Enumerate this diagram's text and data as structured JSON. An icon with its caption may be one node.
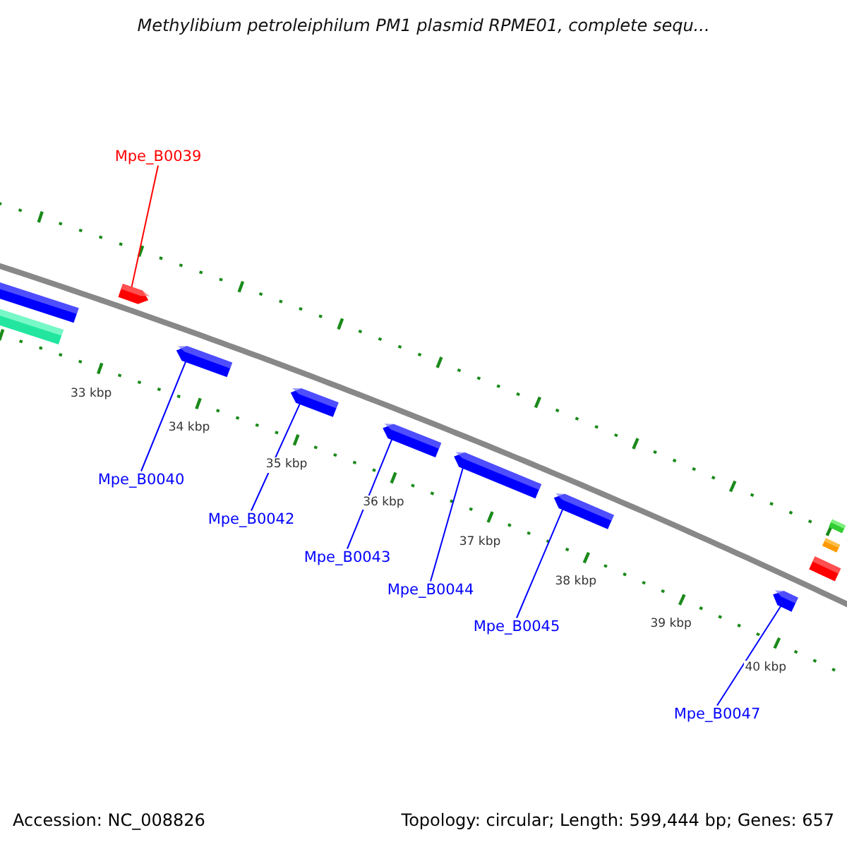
{
  "diagram": {
    "title": "Methylibium petroleiphilum PM1 plasmid RPME01, complete sequ...",
    "nodes": [
      {
        "text": [
          "Mpe_B0039"
        ]
      },
      {
        "text": [],
        "shape": "bar"
      },
      {
        "text": [],
        "shape": "bar"
      },
      {
        "text": [],
        "shape": "bar"
      },
      {
        "text": [
          "Mpe_B0040"
        ]
      },
      {
        "text": [],
        "shape": "bar"
      },
      {
        "text": [
          "Mpe_B0042"
        ]
      },
      {
        "text": [],
        "shape": "bar"
      },
      {
        "text": [
          "Mpe_B0043"
        ]
      },
      {
        "text": [],
        "shape": "bar"
      },
      {
        "text": [
          "Mpe_B0044"
        ]
      },
      {
        "text": [],
        "shape": "bar"
      },
      {
        "text": [
          "Mpe_B0045"
        ]
      },
      {
        "text": [],
        "shape": "bar"
      },
      {
        "text": [
          "Mpe_B0047"
        ]
      },
      {
        "text": [],
        "shape": "bar"
      },
      {
        "text": [],
        "shape": "bar"
      },
      {
        "text": [],
        "shape": "bar"
      },
      {
        "text": [],
        "shape": "bar"
      }
    ],
    "edges": [
      {
        "from": 0,
        "to": 1,
        "arrow": "none",
        "color": "#ff0000"
      },
      {
        "from": 4,
        "to": 5,
        "arrow": "none"
      },
      {
        "from": 6,
        "to": 7,
        "arrow": "none"
      },
      {
        "from": 8,
        "to": 9,
        "arrow": "none"
      },
      {
        "from": 10,
        "to": 11,
        "arrow": "none"
      },
      {
        "from": 12,
        "to": 13,
        "arrow": "none"
      },
      {
        "from": 14,
        "to": 15,
        "arrow": "none"
      }
    ],
    "labels": [
      "33 kbp",
      "34 kbp",
      "35 kbp",
      "36 kbp",
      "37 kbp",
      "38 kbp",
      "39 kbp",
      "40 kbp",
      "Accession: NC_008826",
      "Topology: circular; Length: 599,444 bp; Genes: 657"
    ]
  }
}
